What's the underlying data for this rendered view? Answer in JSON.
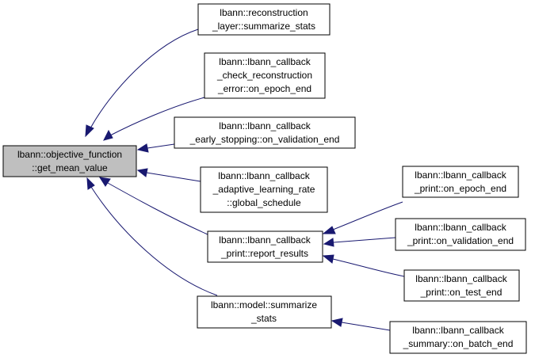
{
  "colors": {
    "edge": "#191970",
    "root_fill": "#bfbfbf",
    "node_fill": "#ffffff",
    "border": "#000000"
  },
  "nodes": {
    "root": [
      "lbann::objective_function",
      "::get_mean_value"
    ],
    "recon_summarize": [
      "lbann::reconstruction",
      "_layer::summarize_stats"
    ],
    "check_recon": [
      "lbann::lbann_callback",
      "_check_reconstruction",
      "_error::on_epoch_end"
    ],
    "early_stopping": [
      "lbann::lbann_callback",
      "_early_stopping::on_validation_end"
    ],
    "adaptive_lr": [
      "lbann::lbann_callback",
      "_adaptive_learning_rate",
      "::global_schedule"
    ],
    "report_results": [
      "lbann::lbann_callback",
      "_print::report_results"
    ],
    "model_summarize": [
      "lbann::model::summarize",
      "_stats"
    ],
    "print_epoch_end": [
      "lbann::lbann_callback",
      "_print::on_epoch_end"
    ],
    "print_validation_end": [
      "lbann::lbann_callback",
      "_print::on_validation_end"
    ],
    "print_test_end": [
      "lbann::lbann_callback",
      "_print::on_test_end"
    ],
    "summary_batch_end": [
      "lbann::lbann_callback",
      "_summary::on_batch_end"
    ]
  }
}
